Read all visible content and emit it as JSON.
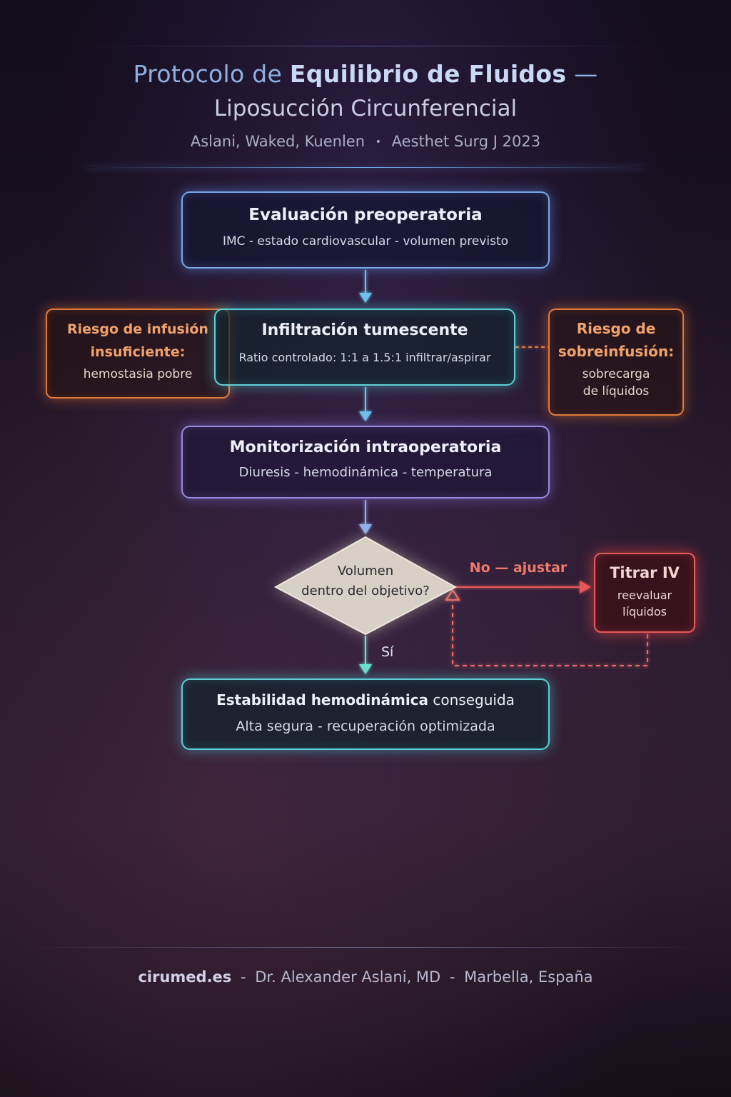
{
  "header": {
    "title_prefix": "Protocolo de",
    "title_bold": "Equilibrio de Fluidos",
    "title_dash": "—",
    "subtitle": "Liposucción Circunferencial",
    "authors": "Aslani, Waked, Kuenlen",
    "separator": "•",
    "journal": "Aesthet Surg J 2023"
  },
  "nodes": {
    "preop": {
      "title": "Evaluación preoperatoria",
      "detail": "IMC - estado cardiovascular - volumen previsto"
    },
    "infiltration": {
      "title": "Infiltración tumescente",
      "detail": "Ratio controlado: 1:1 a 1.5:1 infiltrar/aspirar"
    },
    "monitoring": {
      "title": "Monitorización intraoperatoria",
      "detail": "Diuresis - hemodinámica - temperatura"
    },
    "decision": {
      "line1": "Volumen",
      "line2": "dentro del objetivo?"
    },
    "titrate": {
      "title": "Titrar IV",
      "line1": "reevaluar",
      "line2": "líquidos"
    },
    "stability": {
      "title_bold": "Estabilidad hemodinámica",
      "title_rest": "conseguida",
      "detail": "Alta segura - recuperación optimizada"
    }
  },
  "risks": {
    "under": {
      "line1": "Riesgo de infusión",
      "line2": "insuficiente:",
      "line3": "hemostasia pobre"
    },
    "over": {
      "line1": "Riesgo de",
      "line2": "sobreinfusión:",
      "line3": "sobrecarga",
      "line4": "de líquidos"
    }
  },
  "edges": {
    "no_label": "No — ajustar",
    "yes_label": "Sí"
  },
  "footer": {
    "site": "cirumed.es",
    "sep1": "-",
    "doctor": "Dr. Alexander Aslani, MD",
    "sep2": "-",
    "location": "Marbella, España"
  },
  "colors": {
    "blue": "#7aa6e8",
    "teal": "#5fd0d6",
    "purple": "#9a8ae0",
    "orange": "#e07a3c",
    "red": "#e85a5a",
    "diamond": "#d8d0c6"
  }
}
